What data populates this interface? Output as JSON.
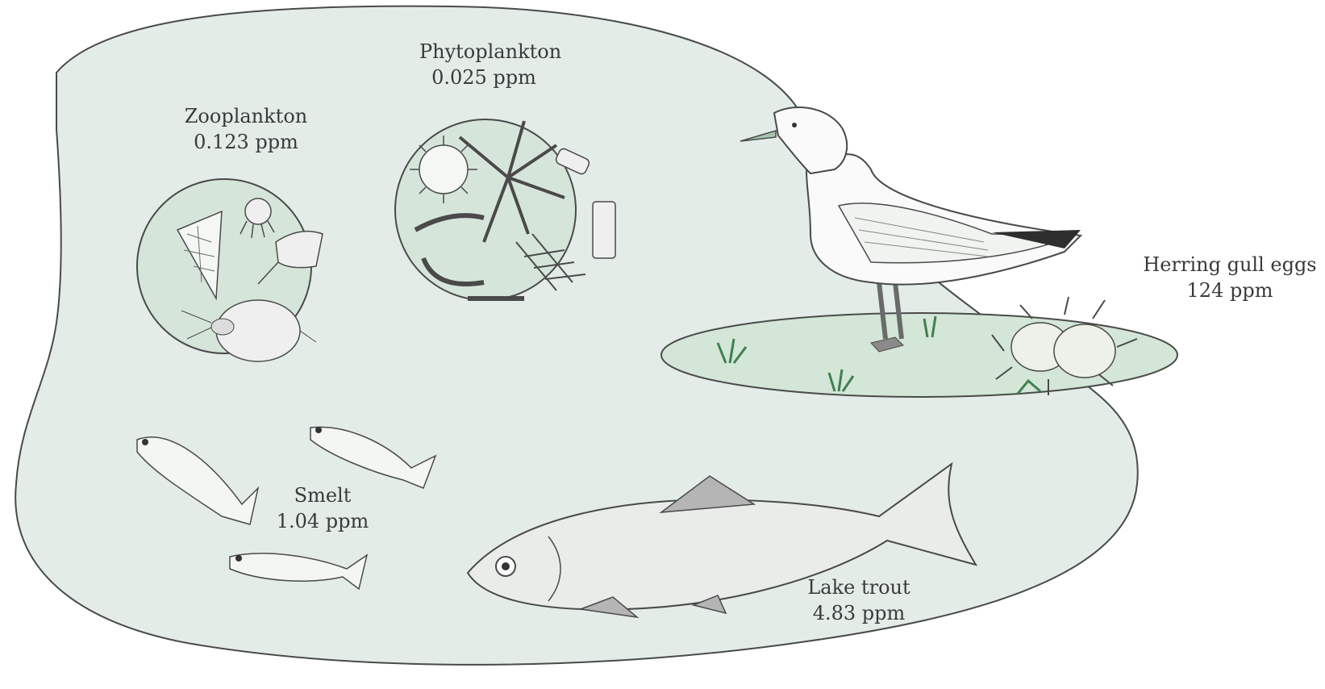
{
  "labels": {
    "phytoplankton": {
      "name": "Phytoplankton",
      "value": "0.025 ppm"
    },
    "zooplankton": {
      "name": "Zooplankton",
      "value": "0.123 ppm"
    },
    "herring_gull_eggs": {
      "name": "Herring gull eggs",
      "value": "124 ppm"
    },
    "smelt": {
      "name": "Smelt",
      "value": "1.04 ppm"
    },
    "lake_trout": {
      "name": "Lake trout",
      "value": "4.83 ppm"
    }
  },
  "colors": {
    "water_fill": "#e4ece7",
    "plankton_fill": "#d6e5da",
    "ground_fill": "#d3e6d7",
    "outline": "#4a4a4a",
    "grass": "#3f7f4f"
  }
}
